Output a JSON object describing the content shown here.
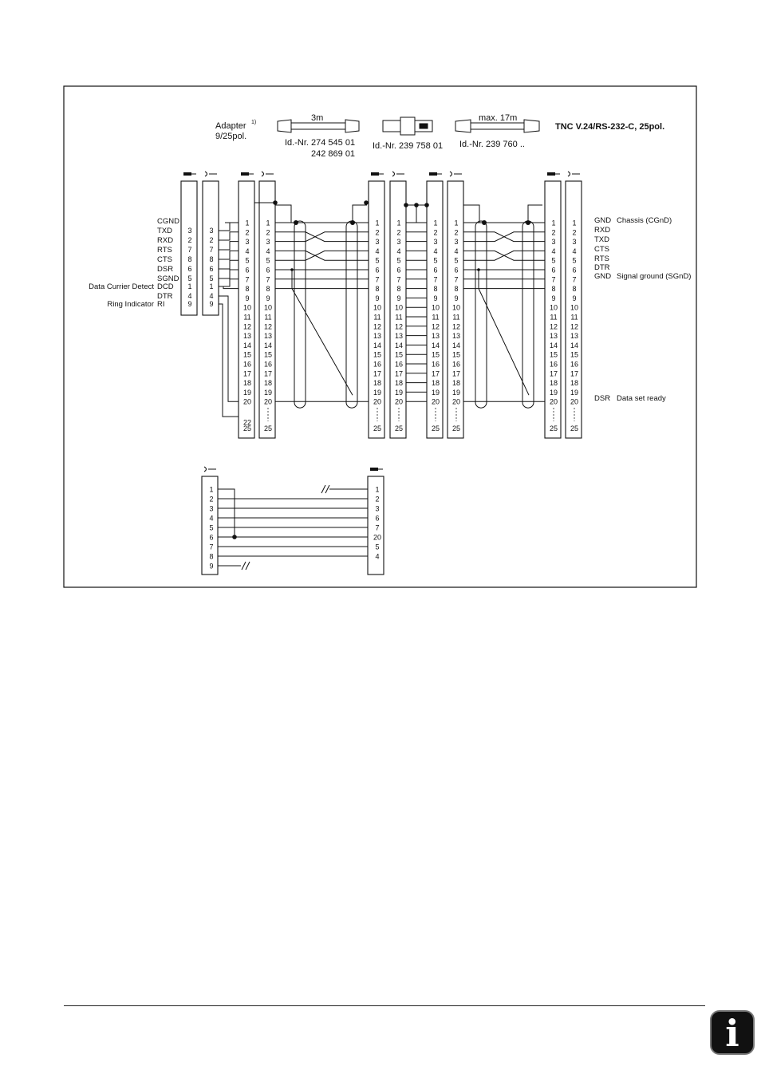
{
  "header": {
    "adapter_label": "Adapter",
    "adapter_footnote": "1)",
    "adapter_sub": "9/25pol.",
    "cable1_length": "3m",
    "cable1_id_a": "Id.-Nr. 274 545 01",
    "cable1_id_b": "242 869 01",
    "coupler_id": "Id.-Nr. 239 758 01",
    "cable2_length": "max. 17m",
    "cable2_id": "Id.-Nr. 239 760 ..",
    "tnc_title": "TNC V.24/RS-232-C, 25pol."
  },
  "left_signals": [
    {
      "name": "CGND",
      "pin9": ""
    },
    {
      "name": "TXD",
      "pin9": "3"
    },
    {
      "name": "RXD",
      "pin9": "2"
    },
    {
      "name": "RTS",
      "pin9": "7"
    },
    {
      "name": "CTS",
      "pin9": "8"
    },
    {
      "name": "DSR",
      "pin9": "6"
    },
    {
      "name": "SGND",
      "pin9": "5"
    },
    {
      "name": "DCD",
      "pin9": "1",
      "desc": "Data Currier Detect"
    },
    {
      "name": "DTR",
      "pin9": "4"
    },
    {
      "name": "RI",
      "pin9": "9",
      "desc": "Ring Indicator"
    }
  ],
  "adapter_pins": [
    "3",
    "2",
    "7",
    "8",
    "6",
    "5",
    "1",
    "4",
    "9"
  ],
  "adapter_25_pins": [
    "1",
    "2",
    "3",
    "4",
    "5",
    "6",
    "7",
    "8",
    "9",
    "10",
    "11",
    "12",
    "13",
    "14",
    "15",
    "16",
    "17",
    "18",
    "19",
    "20",
    "22"
  ],
  "pins_25": [
    "1",
    "2",
    "3",
    "4",
    "5",
    "6",
    "7",
    "8",
    "9",
    "10",
    "11",
    "12",
    "13",
    "14",
    "15",
    "16",
    "17",
    "18",
    "19",
    "20"
  ],
  "last_pin": "25",
  "right_signals": [
    {
      "abbr": "GND",
      "desc": "Chassis (CGnD)"
    },
    {
      "abbr": "RXD",
      "desc": ""
    },
    {
      "abbr": "TXD",
      "desc": ""
    },
    {
      "abbr": "CTS",
      "desc": ""
    },
    {
      "abbr": "RTS",
      "desc": ""
    },
    {
      "abbr": "DTR",
      "desc": ""
    },
    {
      "abbr": "GND",
      "desc": "Signal ground (SGnD)"
    }
  ],
  "dsr_signal": {
    "abbr": "DSR",
    "desc": "Data set ready"
  },
  "bottom_left_pins": [
    "1",
    "2",
    "3",
    "4",
    "5",
    "6",
    "7",
    "8",
    "9"
  ],
  "bottom_right_pins": [
    "1",
    "2",
    "3",
    "6",
    "7",
    "20",
    "5",
    "4"
  ],
  "info_glyph": "i"
}
